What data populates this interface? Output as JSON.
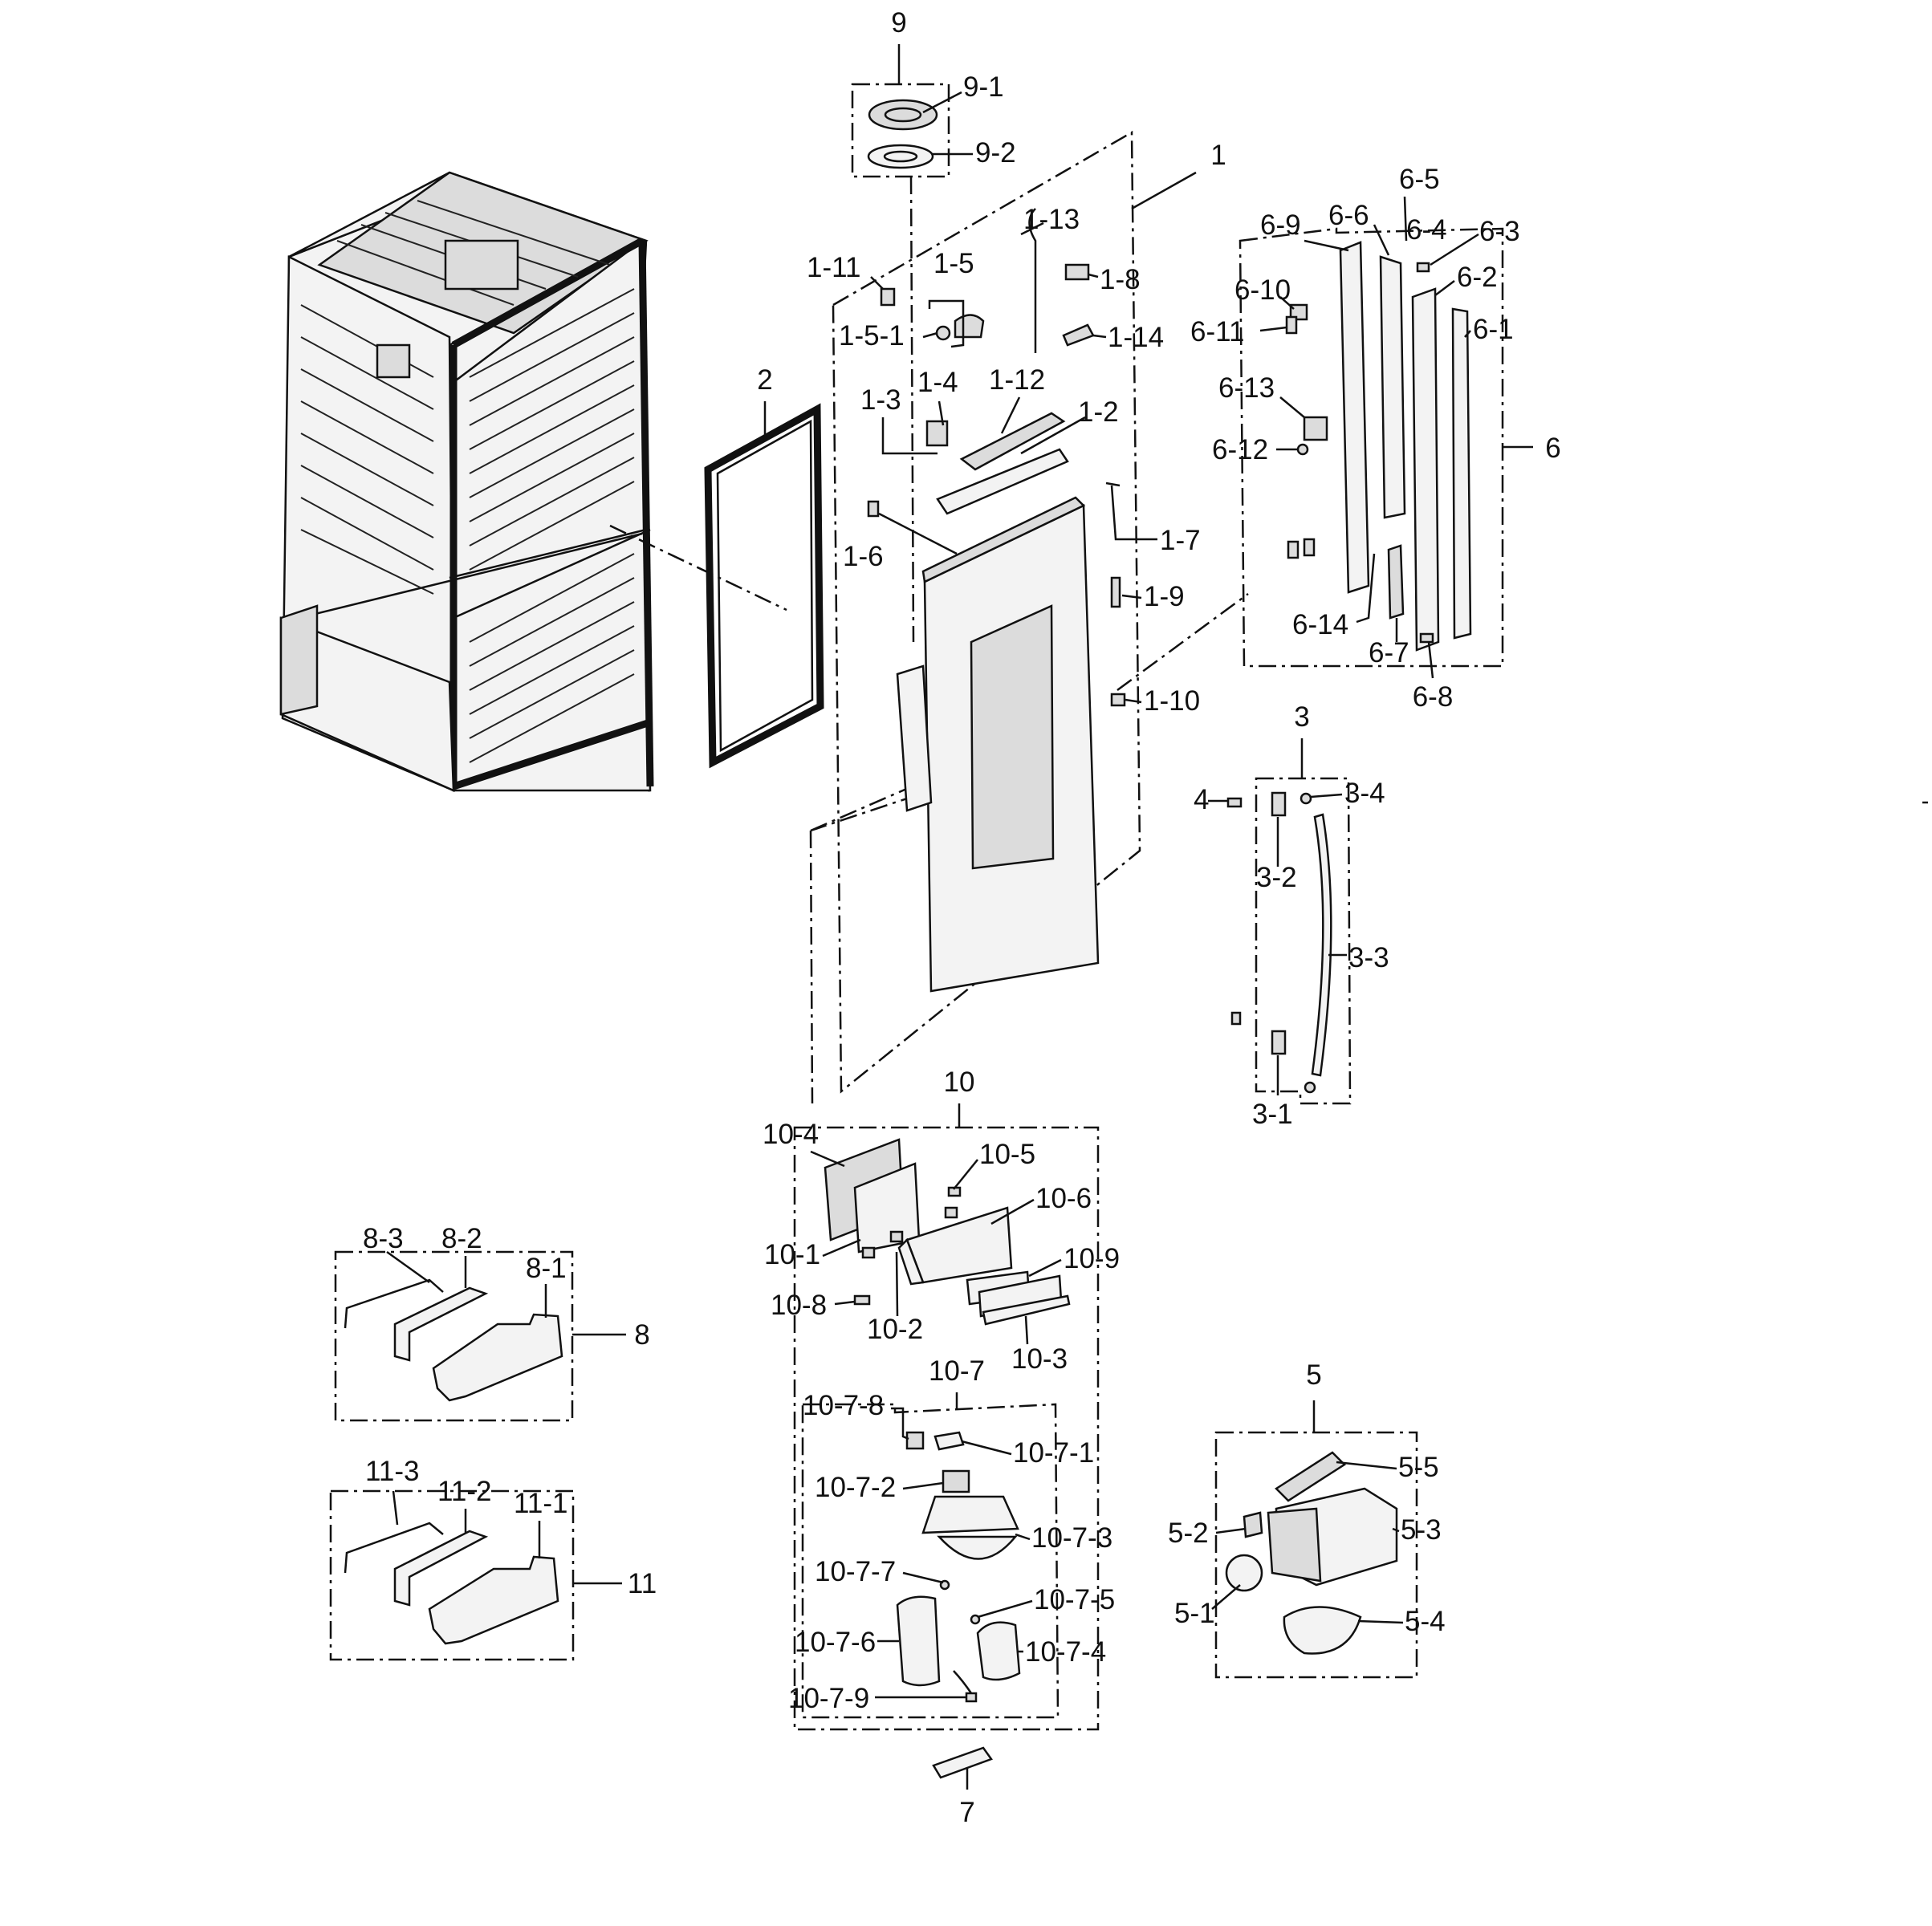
{
  "labels": {
    "l1": "1",
    "l1_2": "1-2",
    "l1_3": "1-3",
    "l1_4": "1-4",
    "l1_5": "1-5",
    "l1_5_1": "1-5-1",
    "l1_6": "1-6",
    "l1_7": "1-7",
    "l1_8": "1-8",
    "l1_9": "1-9",
    "l1_10": "1-10",
    "l1_11": "1-11",
    "l1_12": "1-12",
    "l1_13": "1-13",
    "l1_14": "1-14",
    "l2": "2",
    "l3": "3",
    "l3_1": "3-1",
    "l3_2": "3-2",
    "l3_3": "3-3",
    "l3_4": "3-4",
    "l4": "4",
    "l5": "5",
    "l5_1": "5-1",
    "l5_2": "5-2",
    "l5_3": "5-3",
    "l5_4": "5-4",
    "l5_5": "5-5",
    "l6": "6",
    "l6_1": "6-1",
    "l6_2": "6-2",
    "l6_3": "6-3",
    "l6_4": "6-4",
    "l6_5": "6-5",
    "l6_6": "6-6",
    "l6_7": "6-7",
    "l6_8": "6-8",
    "l6_9": "6-9",
    "l6_10": "6-10",
    "l6_11": "6-11",
    "l6_12": "6-12",
    "l6_13": "6-13",
    "l6_14": "6-14",
    "l7": "7",
    "l8": "8",
    "l8_1": "8-1",
    "l8_2": "8-2",
    "l8_3": "8-3",
    "l9": "9",
    "l9_1": "9-1",
    "l9_2": "9-2",
    "l10": "10",
    "l10_1": "10-1",
    "l10_2": "10-2",
    "l10_3": "10-3",
    "l10_4": "10-4",
    "l10_5": "10-5",
    "l10_6": "10-6",
    "l10_7": "10-7",
    "l10_8": "10-8",
    "l10_9": "10-9",
    "l10_7_1": "10-7-1",
    "l10_7_2": "10-7-2",
    "l10_7_3": "10-7-3",
    "l10_7_4": "10-7-4",
    "l10_7_5": "10-7-5",
    "l10_7_6": "10-7-6",
    "l10_7_7": "10-7-7",
    "l10_7_8": "10-7-8",
    "l10_7_9": "10-7-9",
    "l11": "11",
    "l11_1": "11-1",
    "l11_2": "11-2",
    "l11_3": "11-3"
  }
}
